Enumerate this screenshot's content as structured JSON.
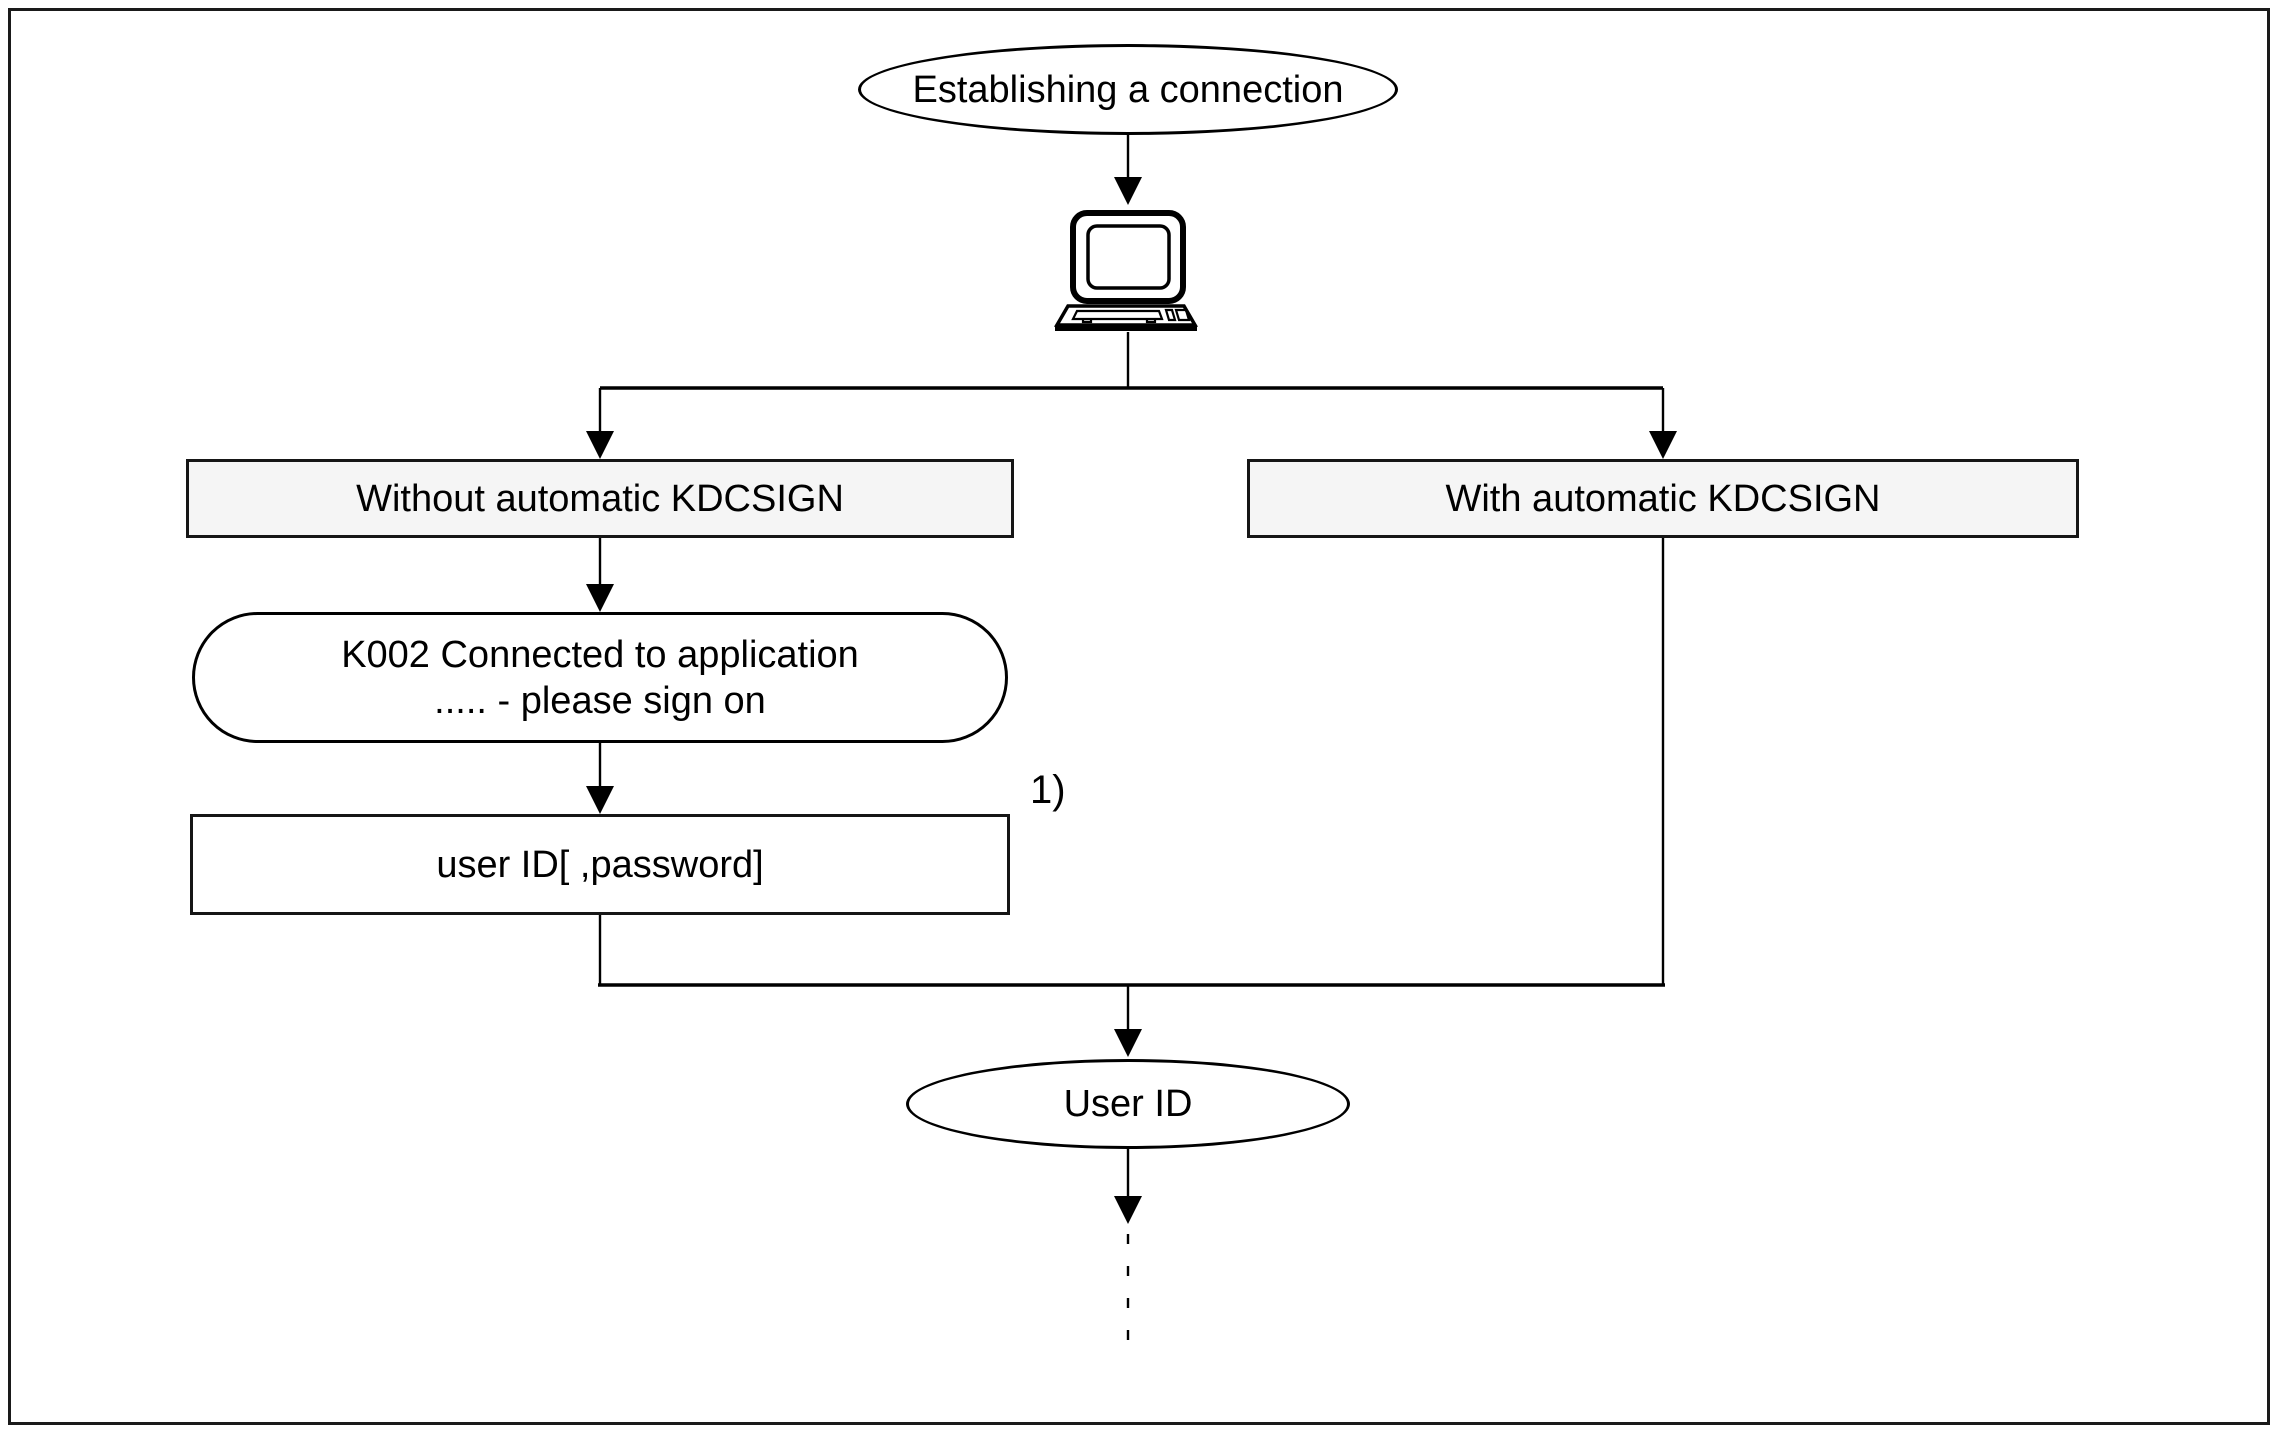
{
  "diagram": {
    "type": "flowchart",
    "colors": {
      "frame": "#1a1a1a",
      "line": "#000000",
      "branch_box_fill": "#f5f5f5",
      "node_fill": "#ffffff",
      "text": "#000000"
    },
    "start": {
      "label": "Establishing a connection"
    },
    "terminal": {
      "icon": "computer-terminal-icon"
    },
    "branches": {
      "left": {
        "label": "Without automatic KDCSIGN"
      },
      "right": {
        "label": "With automatic KDCSIGN"
      }
    },
    "message": {
      "line1": "K002 Connected to application",
      "line2": "..... - please sign on"
    },
    "input": {
      "label": "user ID[ ,password]",
      "footnote": "1)"
    },
    "result": {
      "label": "User ID"
    }
  }
}
